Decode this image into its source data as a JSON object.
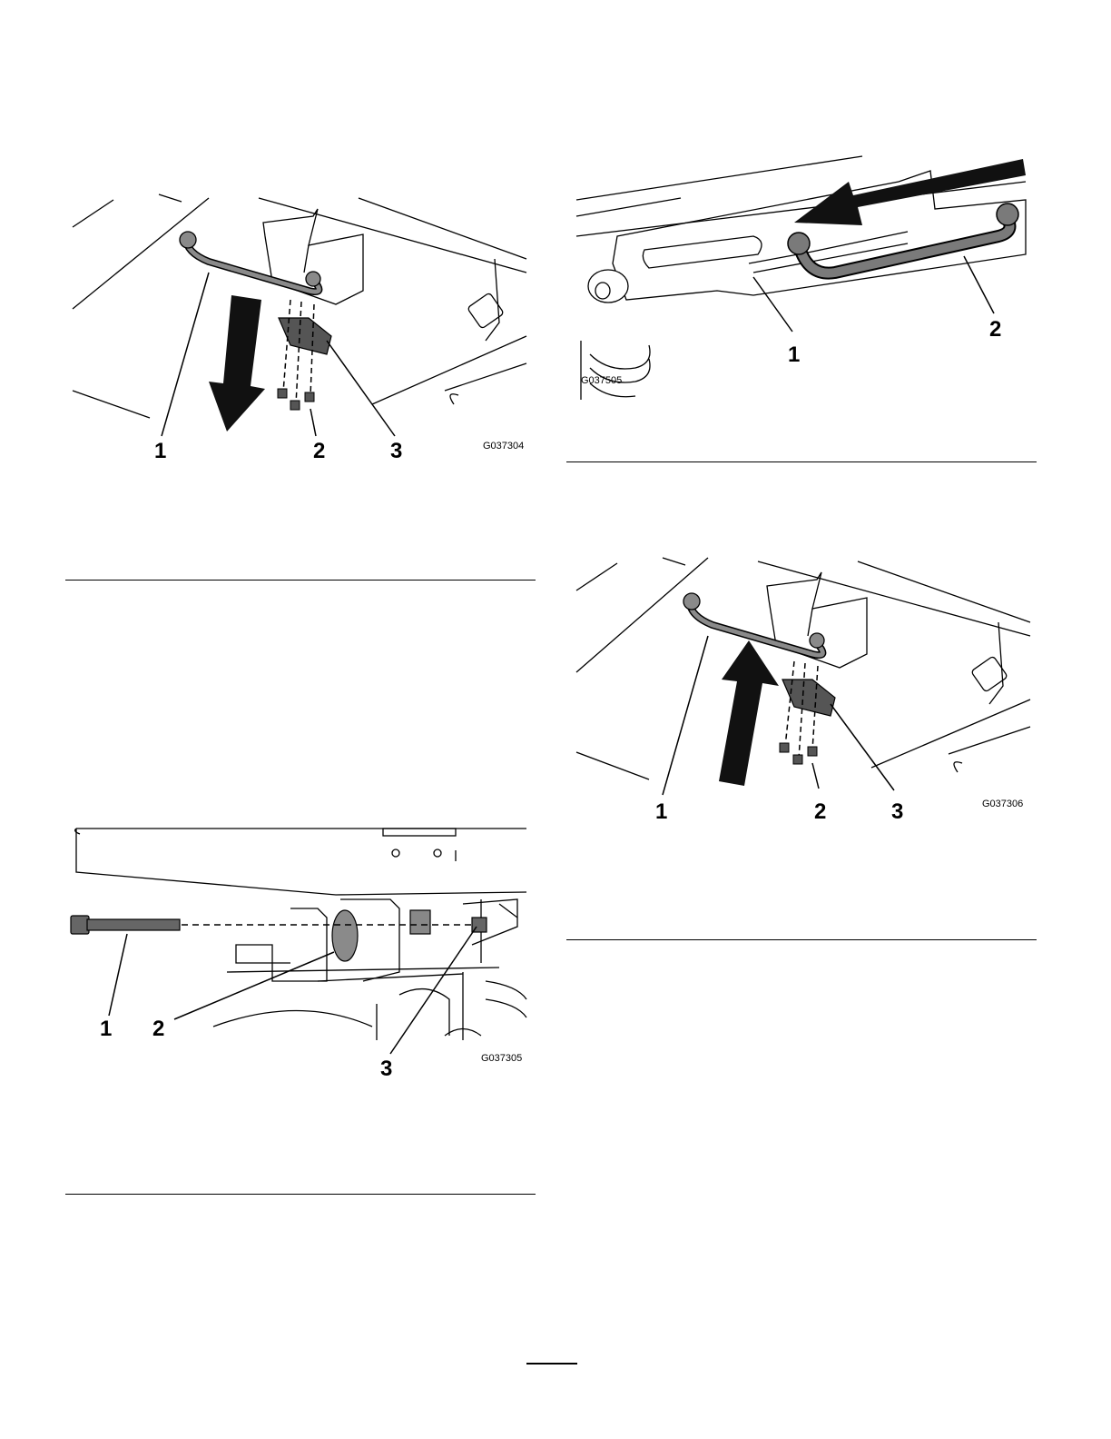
{
  "figures": {
    "fig1": {
      "id": "G037304",
      "callouts": [
        "1",
        "2",
        "3"
      ]
    },
    "fig2": {
      "id": "G037505",
      "callouts": [
        "1",
        "2"
      ]
    },
    "fig3": {
      "id": "G037305",
      "callouts": [
        "1",
        "2",
        "3"
      ]
    },
    "fig4": {
      "id": "G037306",
      "callouts": [
        "1",
        "2",
        "3"
      ]
    }
  },
  "colors": {
    "ink": "#000000",
    "part_gray": "#8a8a8a",
    "dark_part": "#555555",
    "arrow": "#111111"
  },
  "icons": [
    "down-arrow-icon",
    "left-arrow-icon",
    "up-arrow-icon"
  ]
}
